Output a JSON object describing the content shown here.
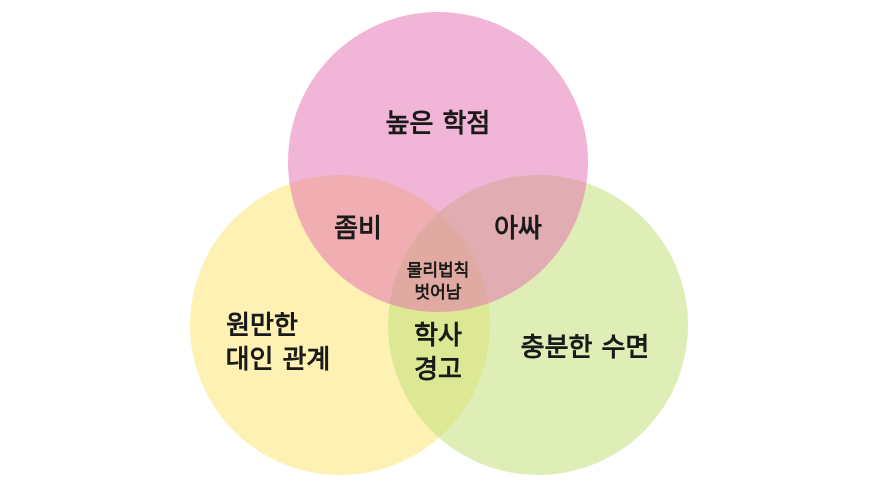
{
  "diagram": {
    "type": "venn-3",
    "circles": {
      "top": {
        "label": "높은 학점",
        "color": "#e36bb0",
        "opacity": 0.5
      },
      "left": {
        "label_line1": "원만한",
        "label_line2": "대인 관계",
        "color": "#fbe36a",
        "opacity": 0.5
      },
      "right": {
        "label_line1": "충분한 수면",
        "color": "#c2e07a",
        "opacity": 0.55
      }
    },
    "intersections": {
      "top_left": {
        "label": "좀비"
      },
      "top_right": {
        "label": "아싸"
      },
      "left_right": {
        "label_line1": "학사",
        "label_line2": "경고"
      },
      "center": {
        "label_line1": "물리법칙",
        "label_line2": "벗어남"
      }
    }
  }
}
